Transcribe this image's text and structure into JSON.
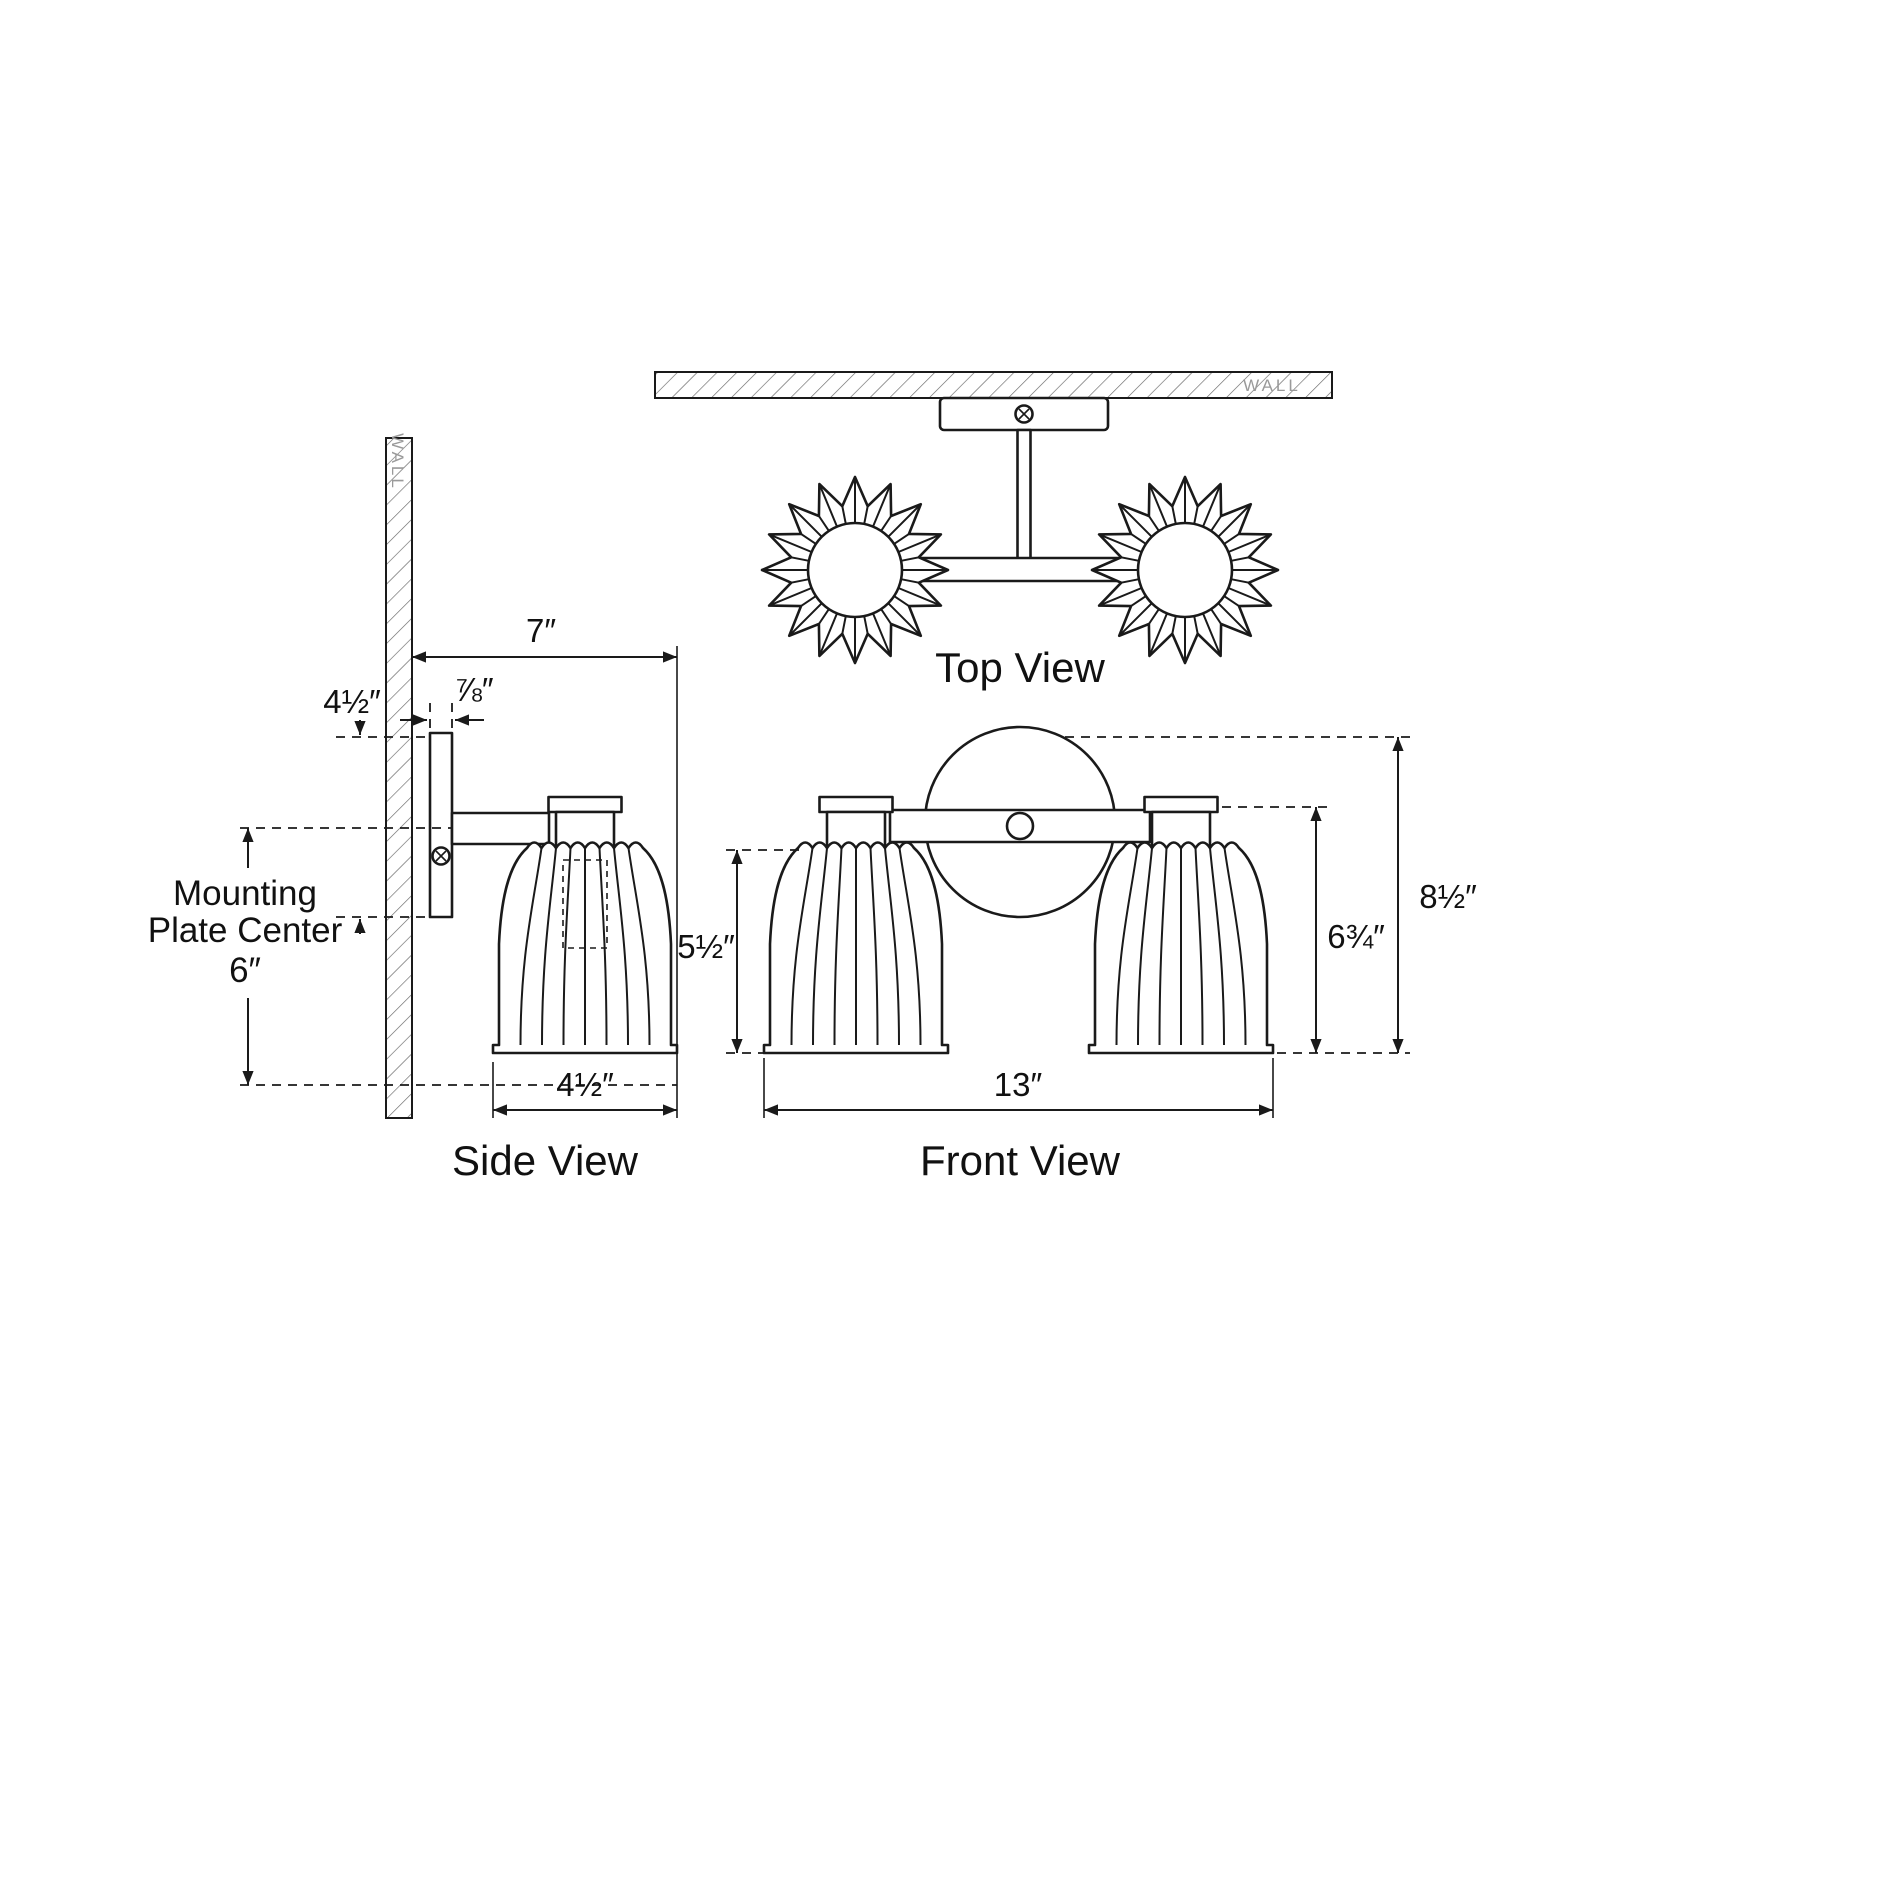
{
  "palette": {
    "ink": "#1a1a1a",
    "wall_text": "#9a9a9a",
    "background": "#ffffff"
  },
  "wall": "WALL",
  "views": {
    "side": "Side View",
    "top": "Top View",
    "front": "Front View"
  },
  "dims": {
    "depth": "7″",
    "plate_height": "4½″",
    "plate_thickness": "⅞″",
    "mounting_l1": "Mounting",
    "mounting_l2": "Plate Center",
    "mounting_l3": "6″",
    "shade_width": "4½″",
    "shade_height": "5½″",
    "overall_width": "13″",
    "backplate_to_bottom": "6¾″",
    "overall_height": "8½″"
  }
}
